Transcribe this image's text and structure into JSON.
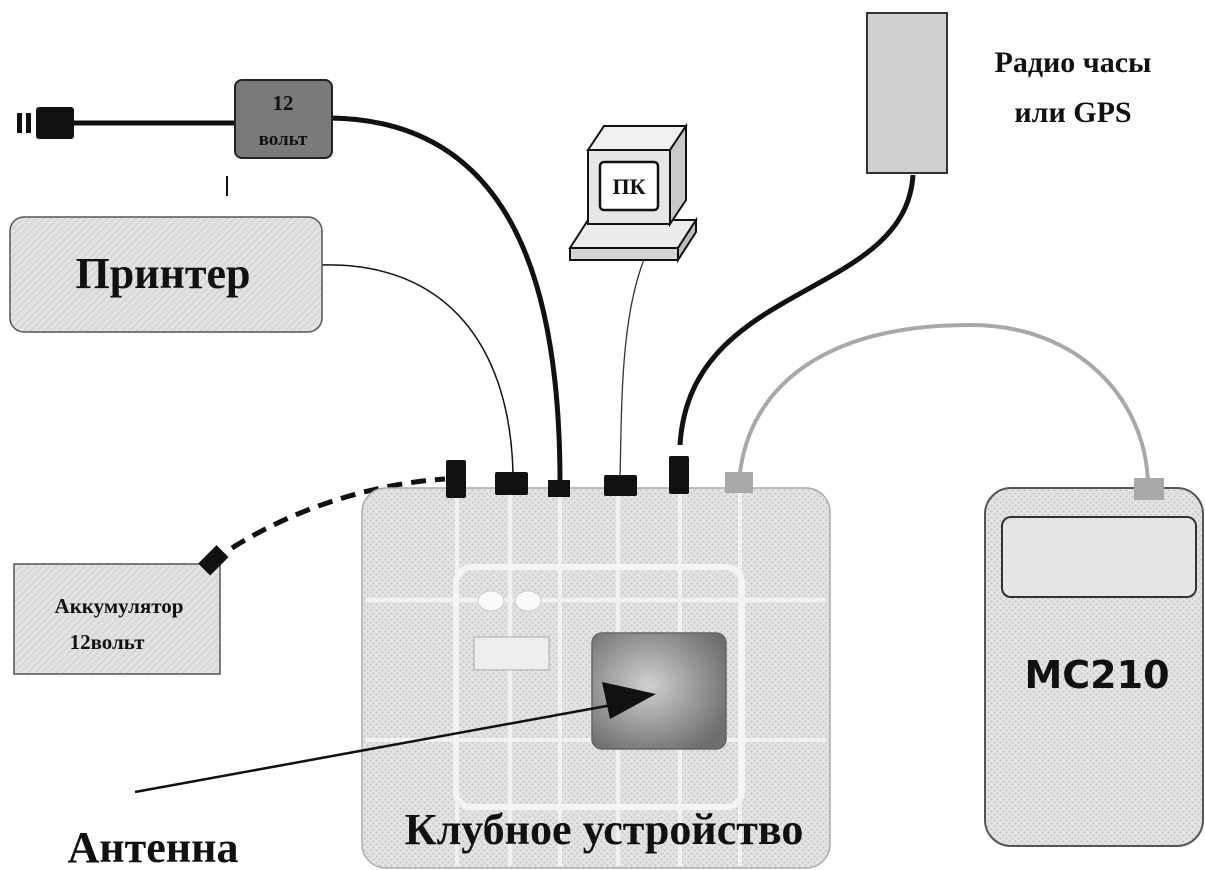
{
  "labels": {
    "psu": [
      "12",
      "вольт"
    ],
    "pc": "ПК",
    "gps": [
      "Радио часы",
      "или GPS"
    ],
    "printer": "Принтер",
    "battery": [
      "Аккумулятор",
      "12вольт"
    ],
    "club_device": "Клубное устройство",
    "mc210": "MC210",
    "antenna": "Антенна"
  }
}
